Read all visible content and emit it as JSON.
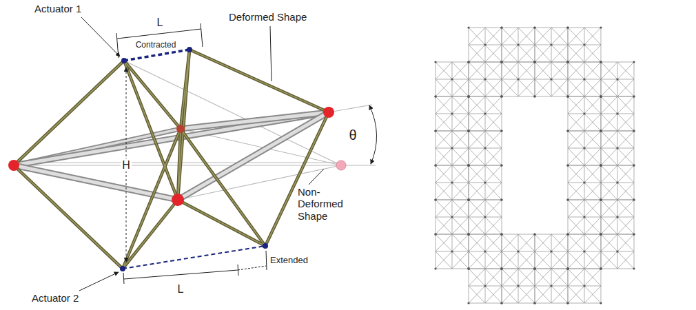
{
  "diagram": {
    "labels": [
      "Actuator 1",
      "L",
      "Contracted",
      "Deformed Shape",
      "H",
      "θ",
      "Non-Deformed Shape",
      "Extended",
      "L",
      "Actuator 2"
    ]
  }
}
